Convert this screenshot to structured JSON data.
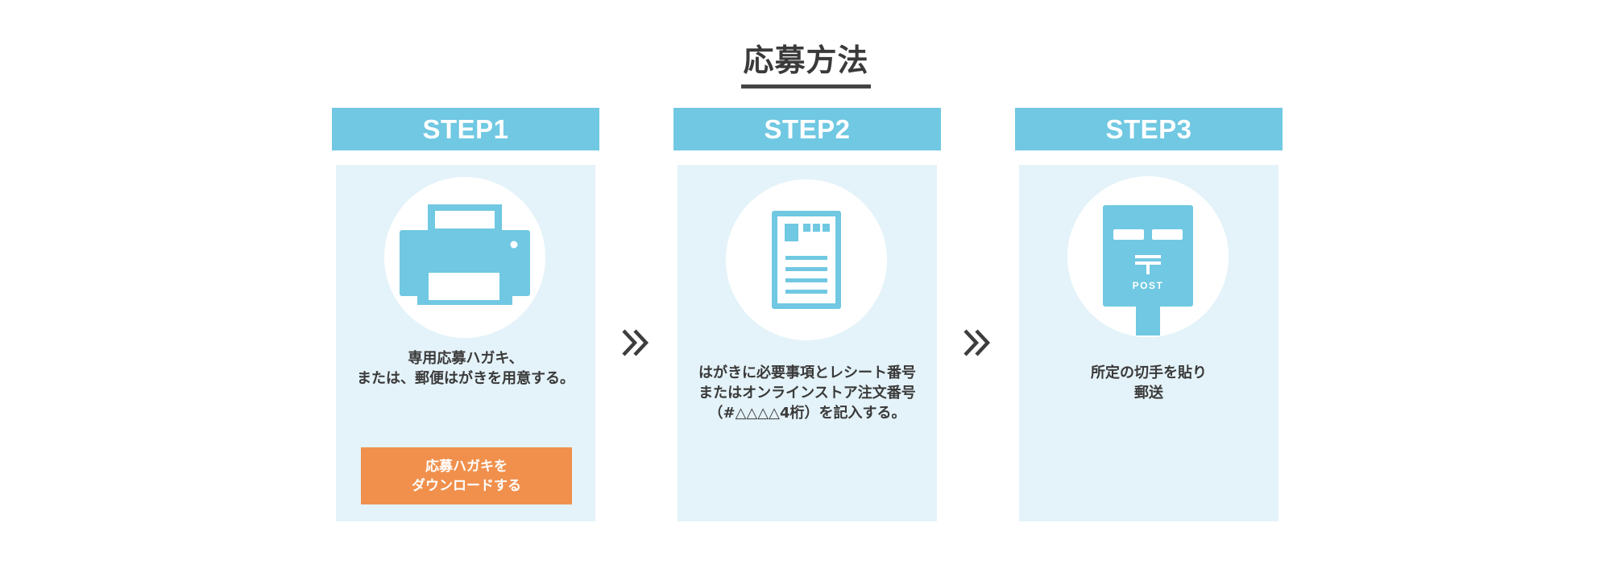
{
  "title": "応募方法",
  "colors": {
    "accent": "#70c8e2",
    "card_bg": "#e4f3f9",
    "button": "#f0904c",
    "text": "#3a3a3a"
  },
  "steps": [
    {
      "header": "STEP1",
      "icon": "printer-icon",
      "lines": [
        "専用応募ハガキ、",
        "または、郵便はがきを用意する。"
      ],
      "button": [
        "応募ハガキを",
        "ダウンロードする"
      ]
    },
    {
      "header": "STEP2",
      "icon": "postcard-document-icon",
      "lines": [
        "はがきに必要事項とレシート番号",
        "またはオンラインストア注文番号",
        "（#△△△△4桁）を記入する。"
      ]
    },
    {
      "header": "STEP3",
      "icon": "postbox-icon",
      "icon_text": "POST",
      "lines": [
        "所定の切手を貼り",
        "郵送"
      ]
    }
  ]
}
